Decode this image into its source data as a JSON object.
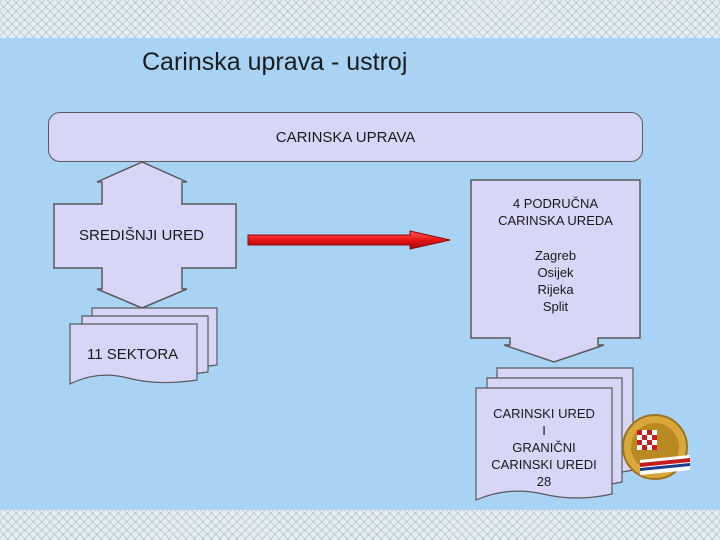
{
  "title": "Carinska uprava - ustroj",
  "nodes": {
    "carinska_uprava": "CARINSKA UPRAVA",
    "sredisnji_ured": "SREDIŠNJI URED",
    "sektora": "11 SEKTORA",
    "podrucna_line1": "4 PODRUČNA",
    "podrucna_line2": "CARINSKA UREDA",
    "cities": [
      "Zagreb",
      "Osijek",
      "Rijeka",
      "Split"
    ],
    "carinski_lines": [
      "CARINSKI URED",
      "I",
      "GRANIČNI",
      "CARINSKI UREDI",
      "28"
    ]
  },
  "colors": {
    "background": "#a9d3f5",
    "box_fill": "#d7d6f7",
    "arrow_red": "#e81414"
  }
}
